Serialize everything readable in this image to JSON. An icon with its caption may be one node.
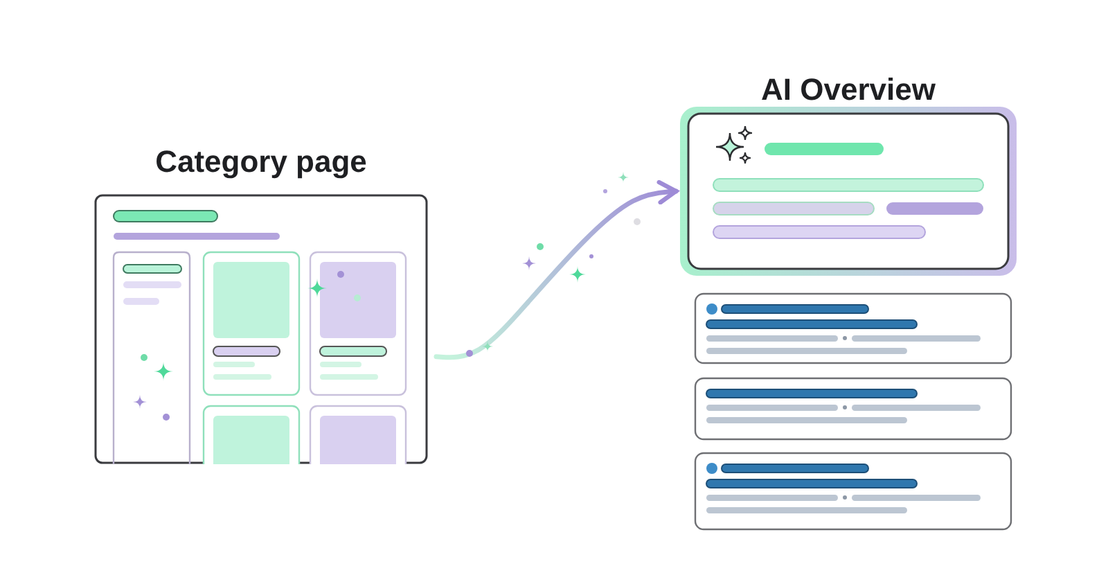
{
  "diagram": {
    "nodes": [
      {
        "text": [
          "Category page"
        ]
      },
      {
        "text": [
          "AI Overview"
        ]
      },
      {
        "text": [],
        "shape": "box"
      },
      {
        "text": [],
        "shape": "box"
      },
      {
        "text": [],
        "shape": "box"
      }
    ],
    "edges": [
      {
        "from": 0,
        "to": 1,
        "arrow": "to"
      }
    ]
  }
}
